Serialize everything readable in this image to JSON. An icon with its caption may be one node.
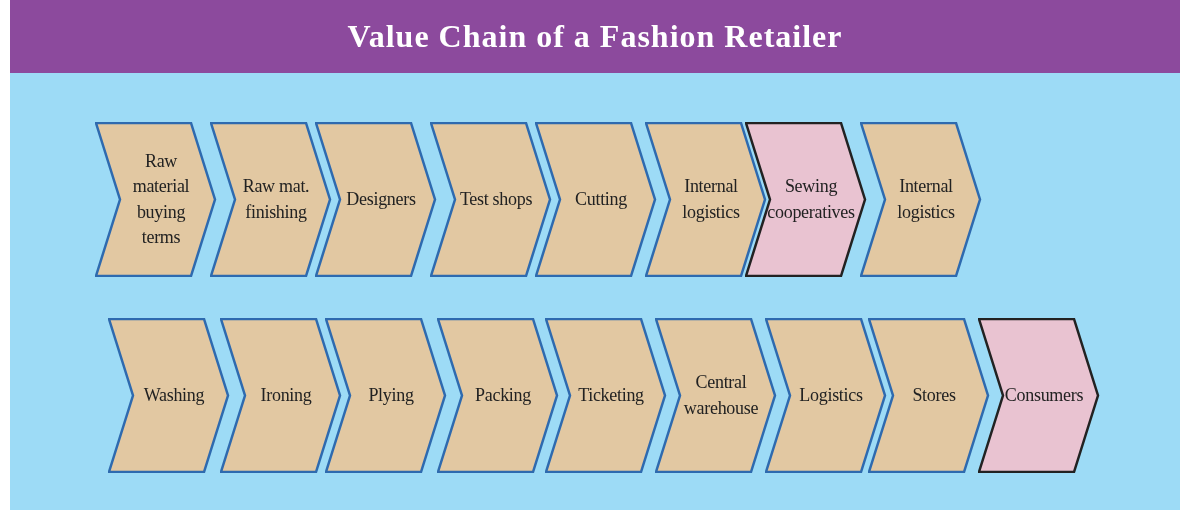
{
  "diagram": {
    "title": "Value Chain of a Fashion Retailer",
    "nodes": [
      {
        "text": [
          "Raw material buying terms"
        ]
      },
      {
        "text": [
          "Raw mat. finishing"
        ]
      },
      {
        "text": [
          "Designers"
        ]
      },
      {
        "text": [
          "Test shops"
        ]
      },
      {
        "text": [
          "Cutting"
        ]
      },
      {
        "text": [
          "Internal logistics"
        ]
      },
      {
        "text": [
          "Sewing cooperatives"
        ]
      },
      {
        "text": [
          "Internal logistics"
        ]
      },
      {
        "text": [
          "Washing"
        ]
      },
      {
        "text": [
          "Ironing"
        ]
      },
      {
        "text": [
          "Plying"
        ]
      },
      {
        "text": [
          "Packing"
        ]
      },
      {
        "text": [
          "Ticketing"
        ]
      },
      {
        "text": [
          "Central warehouse"
        ]
      },
      {
        "text": [
          "Logistics"
        ]
      },
      {
        "text": [
          "Stores"
        ]
      },
      {
        "text": [
          "Consumers"
        ]
      }
    ]
  }
}
